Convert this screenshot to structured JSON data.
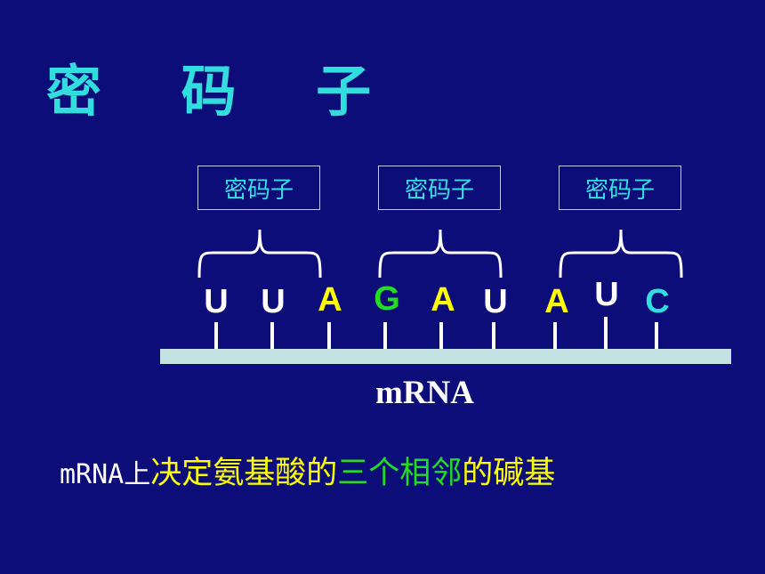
{
  "title": "密 码 子",
  "codon_labels": [
    "密码子",
    "密码子",
    "密码子"
  ],
  "bases": [
    {
      "letter": "U",
      "color": "#ffffff"
    },
    {
      "letter": "U",
      "color": "#ffffff"
    },
    {
      "letter": "A",
      "color": "#ffff00"
    },
    {
      "letter": "G",
      "color": "#22dd22"
    },
    {
      "letter": "A",
      "color": "#ffff00"
    },
    {
      "letter": "U",
      "color": "#ffffff"
    },
    {
      "letter": "A",
      "color": "#ffff00"
    },
    {
      "letter": "U",
      "color": "#ffffff"
    },
    {
      "letter": "C",
      "color": "#33dddd"
    }
  ],
  "strand_label": "mRNA",
  "definition": {
    "part1": "mRNA上",
    "part2": "决定氨基酸的",
    "part3": "三个相邻",
    "part4": "的碱基",
    "colors": {
      "part1": "#ffffff",
      "part2": "#ffff00",
      "part3": "#22dd22",
      "part4": "#ffff00"
    }
  }
}
